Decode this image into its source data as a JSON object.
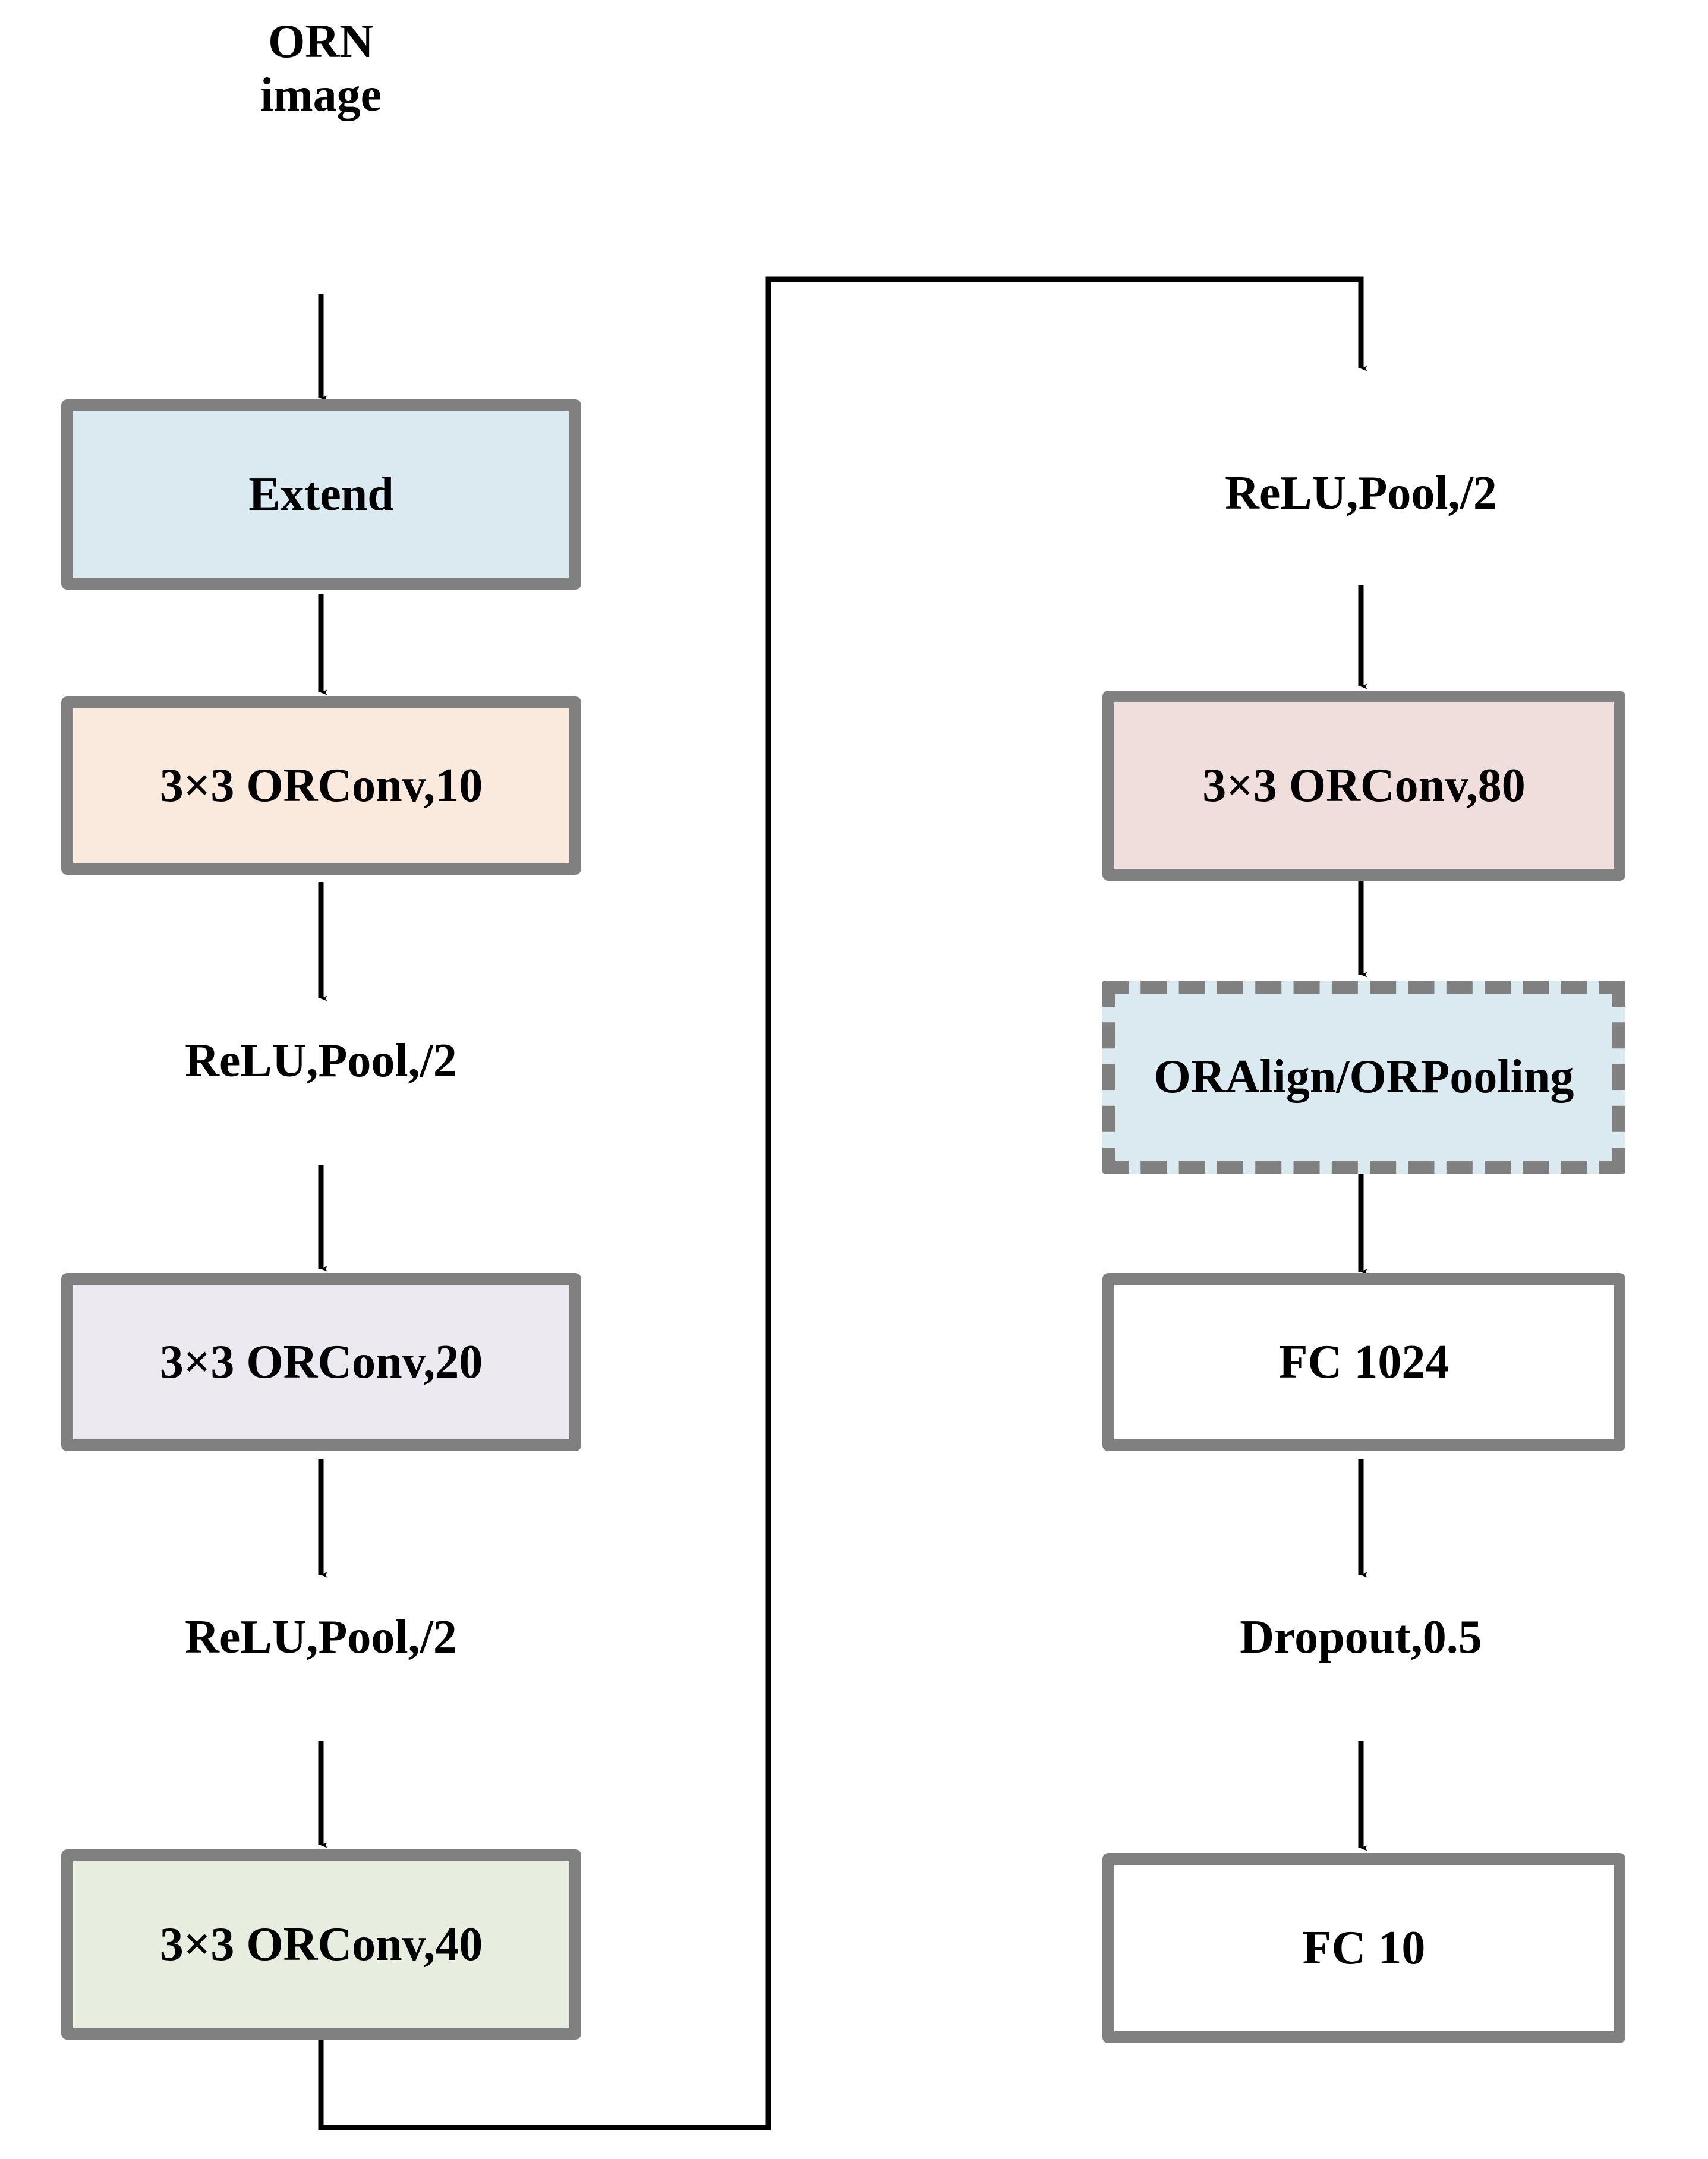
{
  "diagram": {
    "title": "ORN",
    "input_label": "image",
    "colors": {
      "border_gray": "#808080",
      "edge_black": "#000000",
      "extend_fill": "#daeaf0",
      "orconv10_fill": "#faeadd",
      "orconv20_fill": "#eceaf0",
      "orconv40_fill": "#e8eedf",
      "orconv80_fill": "#f0dedd",
      "oralign_fill": "#daeaf0",
      "fc_fill": "#ffffff"
    },
    "left_column": {
      "extend": "Extend",
      "orconv10": "3×3 ORConv,10",
      "relu_pool_1": "ReLU,Pool,/2",
      "orconv20": "3×3 ORConv,20",
      "relu_pool_2": "ReLU,Pool,/2",
      "orconv40": "3×3 ORConv,40"
    },
    "right_column": {
      "relu_pool_3": "ReLU,Pool,/2",
      "orconv80": "3×3 ORConv,80",
      "oralign": "ORAlign/ORPooling",
      "fc1024": "FC 1024",
      "dropout": "Dropout,0.5",
      "fc10": "FC 10"
    },
    "flow_sequence": [
      "image",
      "Extend",
      "3×3 ORConv,10",
      "ReLU,Pool,/2",
      "3×3 ORConv,20",
      "ReLU,Pool,/2",
      "3×3 ORConv,40",
      "ReLU,Pool,/2",
      "3×3 ORConv,80",
      "ORAlign/ORPooling",
      "FC 1024",
      "Dropout,0.5",
      "FC 10"
    ]
  }
}
